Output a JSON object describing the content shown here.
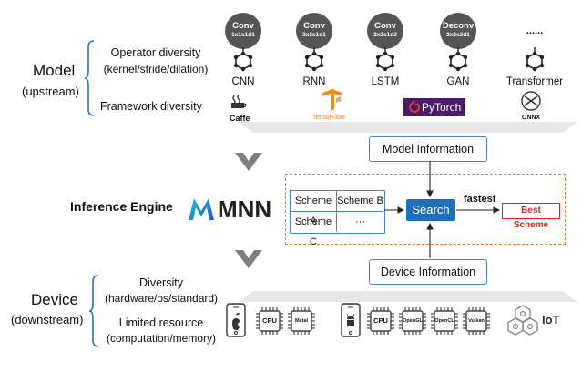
{
  "model": {
    "label": "Model",
    "sublabel": "(upstream)",
    "operator_diversity": "Operator diversity",
    "operator_detail": "(kernel/stride/dilation)",
    "framework_diversity": "Framework diversity",
    "operators": [
      {
        "name": "Conv",
        "param": "1x1s1d1",
        "net": "CNN"
      },
      {
        "name": "Conv",
        "param": "3x3s1d1",
        "net": "RNN"
      },
      {
        "name": "Conv",
        "param": "3x3s1d2",
        "net": "LSTM"
      },
      {
        "name": "Deconv",
        "param": "3x3s2d1",
        "net": "GAN"
      },
      {
        "name": "......",
        "param": "",
        "net": "Transformer"
      }
    ],
    "frameworks": {
      "caffe": "Caffe",
      "tensorflow": "TensorFlow",
      "pytorch": "PyTorch",
      "onnx": "ONNX"
    }
  },
  "engine": {
    "label": "Inference Engine",
    "logo_text": "MNN",
    "model_information": "Model Information",
    "device_information": "Device Information",
    "schemes": [
      "Scheme A",
      "Scheme B",
      "Scheme C",
      "···"
    ],
    "search": "Search",
    "fastest": "fastest",
    "best_scheme": "Best Scheme"
  },
  "device": {
    "label": "Device",
    "sublabel": "(downstream)",
    "diversity": "Diversity",
    "diversity_detail": "(hardware/os/standard)",
    "limited": "Limited resource",
    "limited_detail": "(computation/memory)",
    "chips_ios": [
      "CPU",
      "Metal"
    ],
    "chips_android": [
      "CPU",
      "OpenGL",
      "OpenCL",
      "Vulkan"
    ],
    "iot": "IoT"
  },
  "colors": {
    "node_dark": "#555555",
    "search_blue": "#1f6fbf",
    "best_red": "#e0201b",
    "dash_orange": "#ed7d31",
    "brace_blue": "#2f6fbf",
    "box_border": "#4a86c8",
    "band_grey": "#e8e8e8",
    "chevron_grey": "#7f7f7f"
  }
}
